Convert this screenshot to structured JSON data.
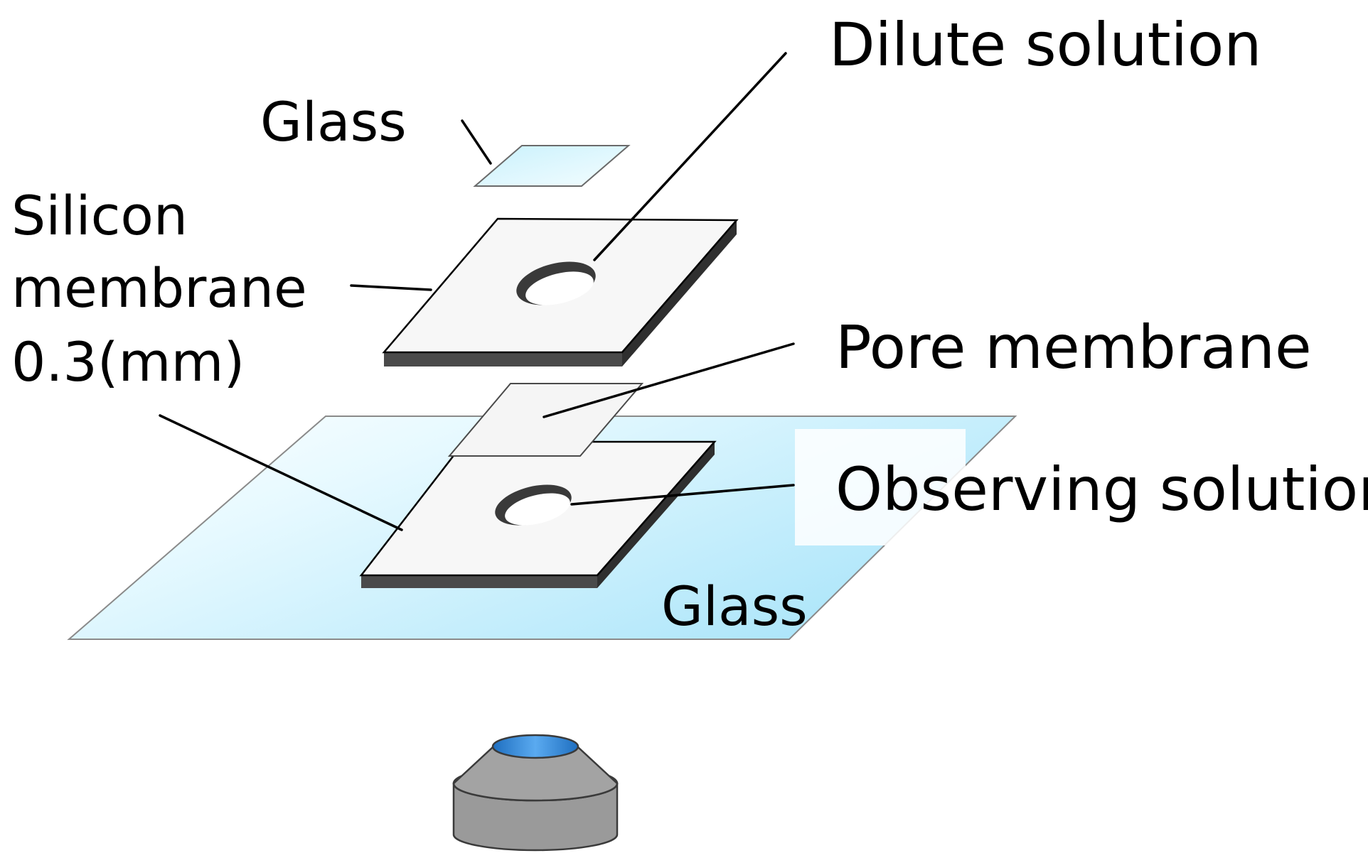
{
  "labels": {
    "dilute_solution": "Dilute solution",
    "glass_top": "Glass",
    "silicon_line1": "Silicon",
    "silicon_line2": "membrane",
    "silicon_line3": "0.3(mm)",
    "pore_membrane": "Pore membrane",
    "observing_solution": "Observing solution",
    "glass_bottom": "Glass"
  },
  "colors": {
    "glass_light": "#f2fdff",
    "glass_cyan": "#b8eafa",
    "membrane_face": "#f7f7f7",
    "membrane_side": "#3a3a3a",
    "objective_body": "#9a9a9a",
    "objective_lens": "#2e86d6"
  }
}
